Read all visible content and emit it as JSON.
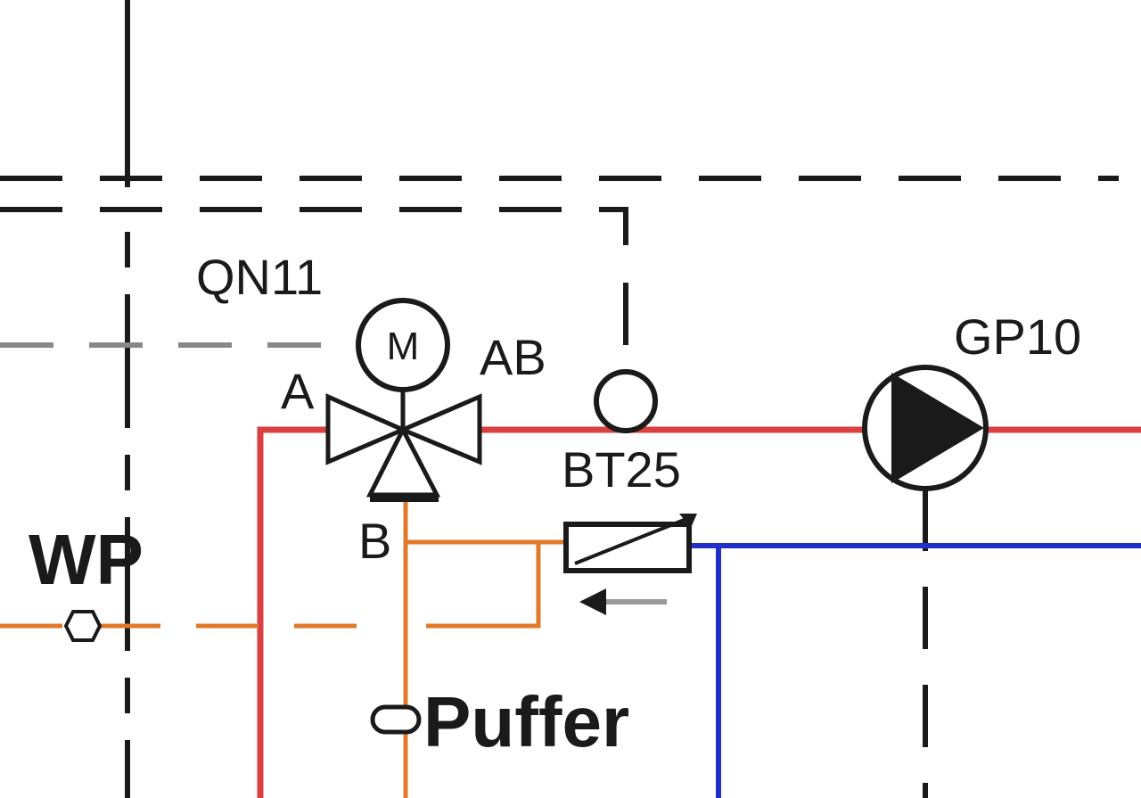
{
  "labels": {
    "valve": "QN11",
    "motor": "M",
    "port_a": "A",
    "port_ab": "AB",
    "port_b": "B",
    "sensor": "BT25",
    "pump": "GP10",
    "heat_pump": "WP",
    "buffer": "Puffer"
  },
  "colors": {
    "supply_line": "#d94040",
    "return_line": "#2030c8",
    "buffer_line": "#e07a2a",
    "control_line": "#1a1a1a",
    "signal_line": "#888888"
  }
}
